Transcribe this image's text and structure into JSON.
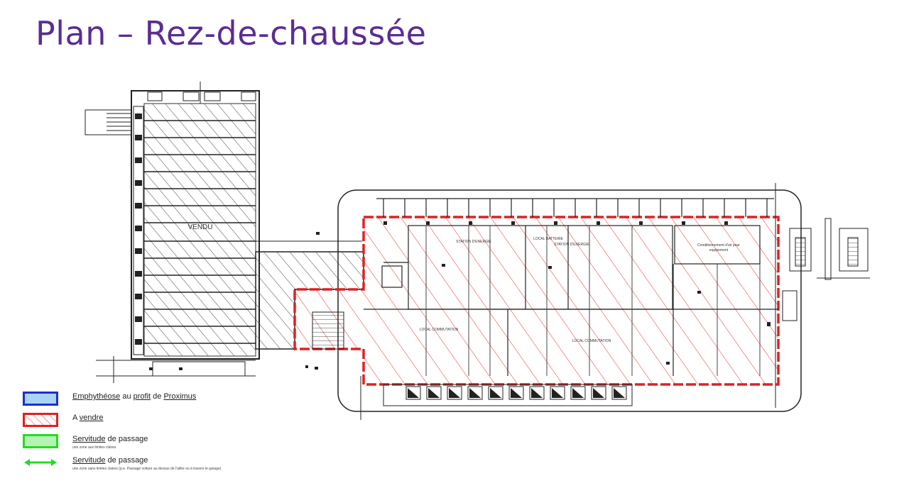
{
  "title": "Plan – Rez-de-chaussée",
  "plan": {
    "labels": {
      "vendu": "VENDU",
      "station_1": "STATION D'ENERGIE",
      "local_batterie": "LOCAL BATTERIE",
      "station_2": "STATION D'ENERGIE",
      "conditionnement": "Conditionnement d'air pour",
      "conditionnement_2": "equipement",
      "local_comm_1": "LOCAL COMMUTATION",
      "local_comm_2": "LOCAL COMMUTATION"
    }
  },
  "legend": {
    "items": [
      {
        "label_underlined": "Emphythéose",
        "label_plain": " au ",
        "label_underlined_2": "profit",
        "label_plain_2": " de ",
        "label_underlined_3": "Proximus",
        "sublabel": ""
      },
      {
        "label_underlined": "",
        "label_plain": "A ",
        "label_underlined_2": "vendre",
        "label_plain_2": "",
        "label_underlined_3": "",
        "sublabel": ""
      },
      {
        "label_underlined": "Servitude",
        "label_plain": " de passage",
        "label_underlined_2": "",
        "label_plain_2": "",
        "label_underlined_3": "",
        "sublabel": "une zone aux limites claires"
      },
      {
        "label_underlined": "Servitude",
        "label_plain": " de passage",
        "label_underlined_2": "",
        "label_plain_2": "",
        "label_underlined_3": "",
        "sublabel": "une zone sans limites claires (p.e. Passage voiture au dessus de l'allée ou à travers le garage)"
      }
    ]
  },
  "colors": {
    "title": "#5b2d91",
    "blue_border": "#1a2fd0",
    "blue_fill": "#a9d4f5",
    "red": "#e02020",
    "green_border": "#22dd22",
    "green_fill": "#b6f2b6",
    "green_arrow": "#22dd22"
  }
}
